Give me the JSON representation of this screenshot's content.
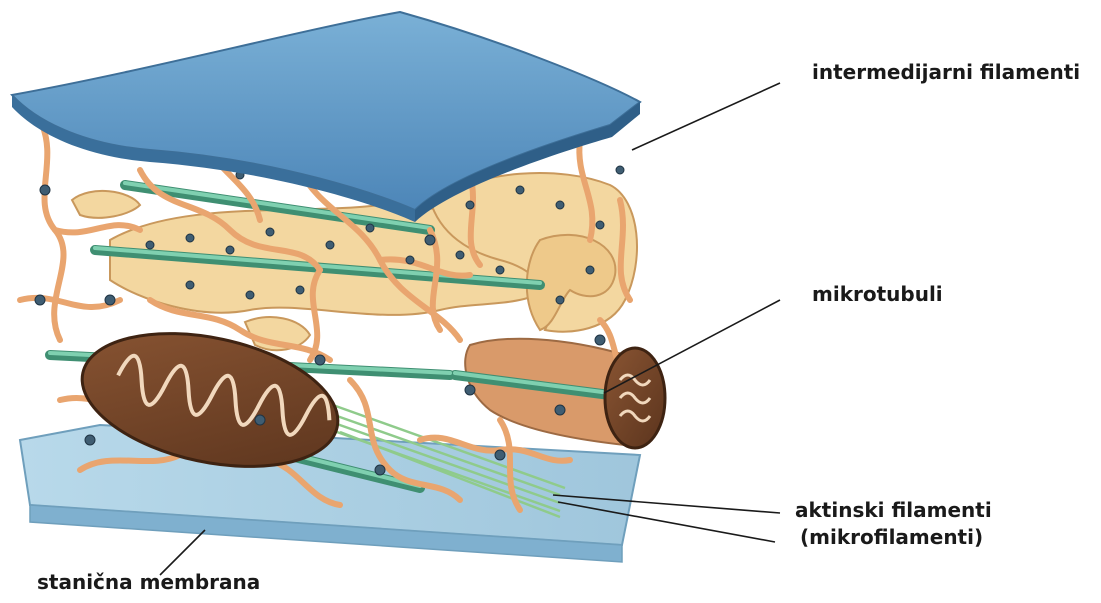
{
  "labels": {
    "intermediate_filaments": "intermedijarni filamenti",
    "microtubules": "mikrotubuli",
    "actin_line1": "aktinski filamenti",
    "actin_line2": "(mikrofilamenti)",
    "cell_membrane": "stanična membrana"
  },
  "colors": {
    "membrane_top": "#5e95c2",
    "membrane_bottom": "#a9cde0",
    "intermediate_filament": "#f0b886",
    "microtubule": "#58ad8e",
    "actin": "#9fd39a",
    "mitochondrion": "#7b4a2c",
    "er": "#f3d7a0",
    "ribosome": "#3f5d72"
  }
}
